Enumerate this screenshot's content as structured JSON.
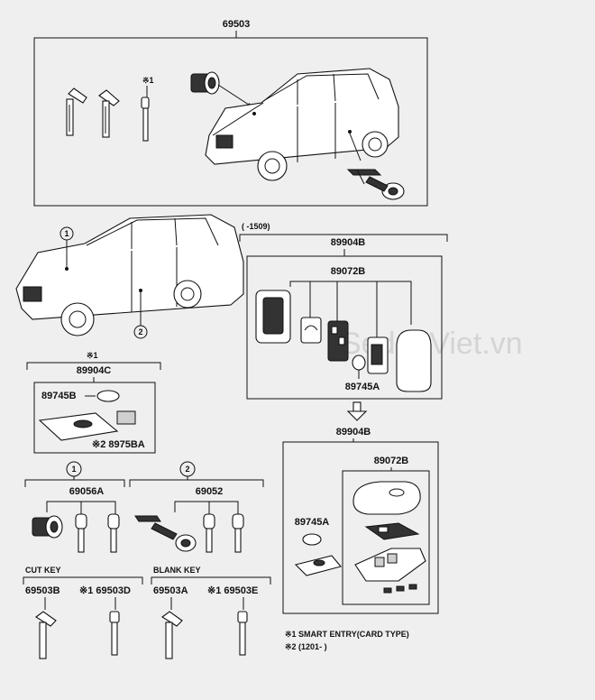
{
  "watermark": "SedanViet.vn",
  "labels": {
    "p69503": "69503",
    "mark_top": "※1",
    "p89904B_top": "89904B",
    "p89072B_top": "89072B",
    "p89745A_top": "89745A",
    "date_range": "(      -1509)",
    "mark_c": "※1",
    "p89904C": "89904C",
    "p89745B": "89745B",
    "p8975BA": "※2 8975BA",
    "p89904B_bot": "89904B",
    "p89072B_bot": "89072B",
    "p89745A_bot": "89745A",
    "circle1": "1",
    "circle2": "2",
    "circle1b": "1",
    "circle2b": "2",
    "p69056A": "69056A",
    "p69052": "69052",
    "cut_key": "CUT KEY",
    "blank_key": "BLANK KEY",
    "p69503B": "69503B",
    "p69503D": "※1 69503D",
    "p69503A": "69503A",
    "p69503E": "※1 69503E"
  },
  "footnotes": {
    "note1": "※1 SMART ENTRY(CARD TYPE)",
    "note2": "※2 (1201-          )"
  }
}
